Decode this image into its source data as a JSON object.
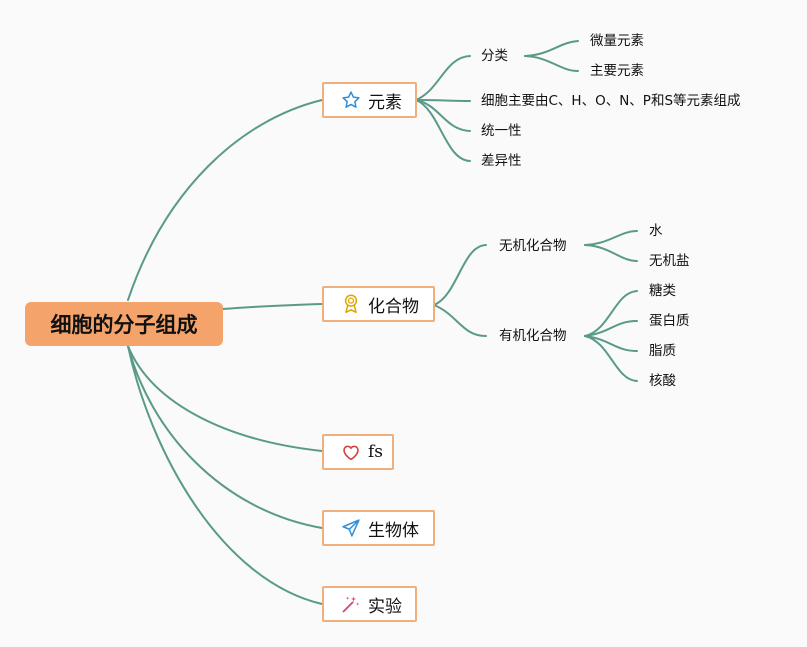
{
  "root": {
    "label": "细胞的分子组成"
  },
  "branches": {
    "elements": {
      "label": "元素",
      "icon": "star-icon",
      "children": {
        "classification": {
          "label": "分类",
          "children": [
            "微量元素",
            "主要元素"
          ]
        },
        "composition": "细胞主要由C、H、O、N、P和S等元素组成",
        "unity": "统一性",
        "difference": "差异性"
      }
    },
    "compounds": {
      "label": "化合物",
      "icon": "award-icon",
      "children": {
        "inorganic": {
          "label": "无机化合物",
          "children": [
            "水",
            "无机盐"
          ]
        },
        "organic": {
          "label": "有机化合物",
          "children": [
            "糖类",
            "蛋白质",
            "脂质",
            "核酸"
          ]
        }
      }
    },
    "fs": {
      "label": "fs",
      "icon": "heart-icon"
    },
    "organism": {
      "label": "生物体",
      "icon": "paper-plane-icon"
    },
    "experiment": {
      "label": "实验",
      "icon": "magic-wand-icon"
    }
  },
  "colors": {
    "link": "#5a9a88",
    "root_fill": "#f4a46b",
    "branch_border": "#f0b07e"
  }
}
